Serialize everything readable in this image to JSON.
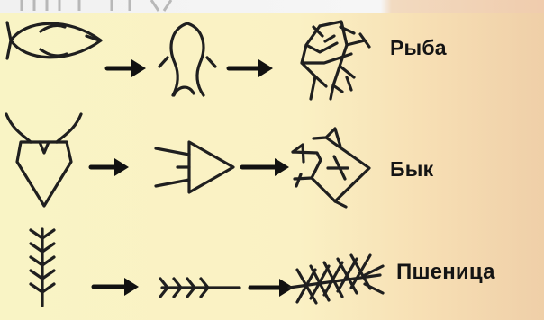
{
  "rows": [
    {
      "id": "fish",
      "label": "Рыба",
      "stages": [
        "fish-pictograph",
        "fish-rotated-pictograph",
        "fish-cuneiform"
      ]
    },
    {
      "id": "ox",
      "label": "Бык",
      "stages": [
        "ox-pictograph",
        "ox-rotated-pictograph",
        "ox-cuneiform"
      ]
    },
    {
      "id": "wheat",
      "label": "Пшеница",
      "stages": [
        "wheat-pictograph",
        "wheat-rotated-pictograph",
        "wheat-cuneiform"
      ]
    }
  ],
  "colors": {
    "ink": "#1f1f1f",
    "arrow": "#111111",
    "background_left": "#f9f4c5",
    "background_right": "#efcfa8"
  }
}
